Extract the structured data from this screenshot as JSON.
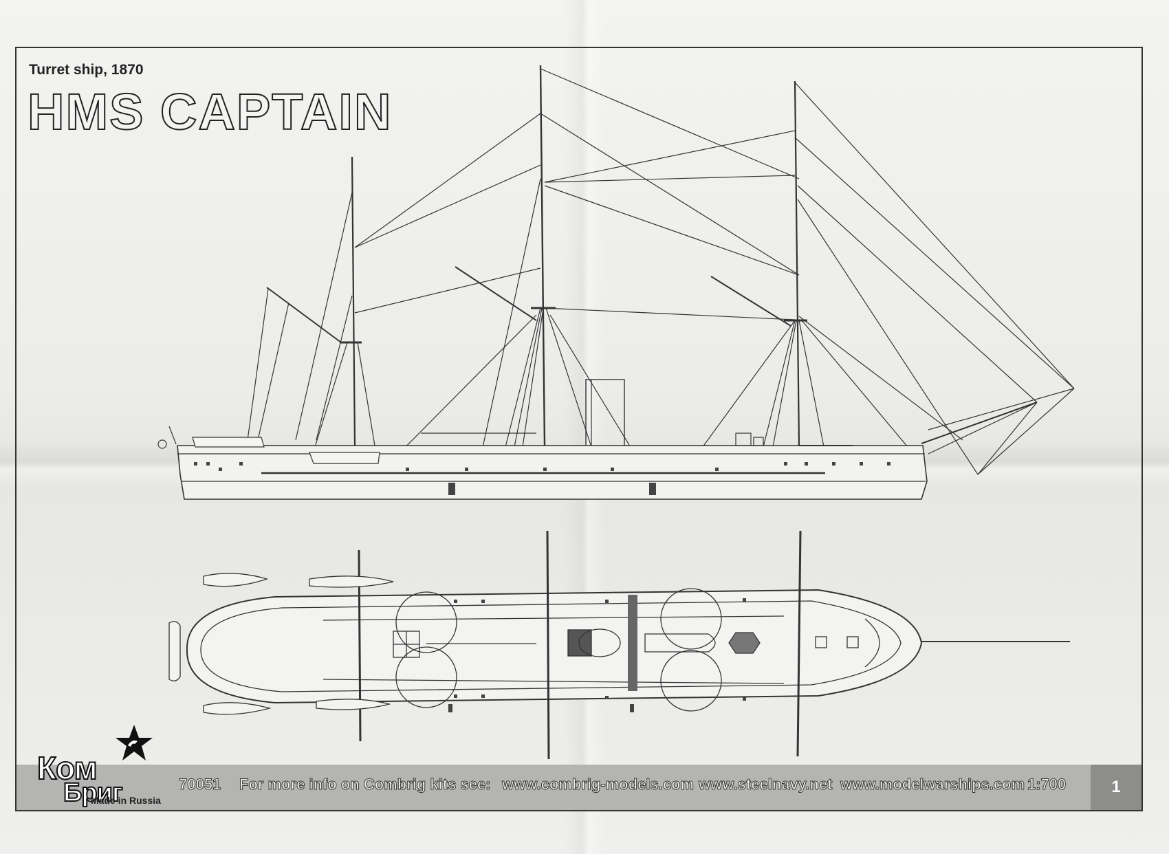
{
  "document": {
    "subtitle": "Turret ship, 1870",
    "title": "HMS CAPTAIN"
  },
  "footer": {
    "kit_number": "70051",
    "info_label": "For more info on Combrig kits see:",
    "links": [
      "www.combrig-models.com",
      "www.steelnavy.net",
      "www.modelwarships.com"
    ],
    "scale": "1:700",
    "page_number": "1"
  },
  "logo": {
    "line1": "Ком",
    "line2": "Бриг",
    "made_in": "Made in Russia"
  },
  "drawings": {
    "side_view": "side-elevation",
    "plan_view": "deck-plan"
  }
}
